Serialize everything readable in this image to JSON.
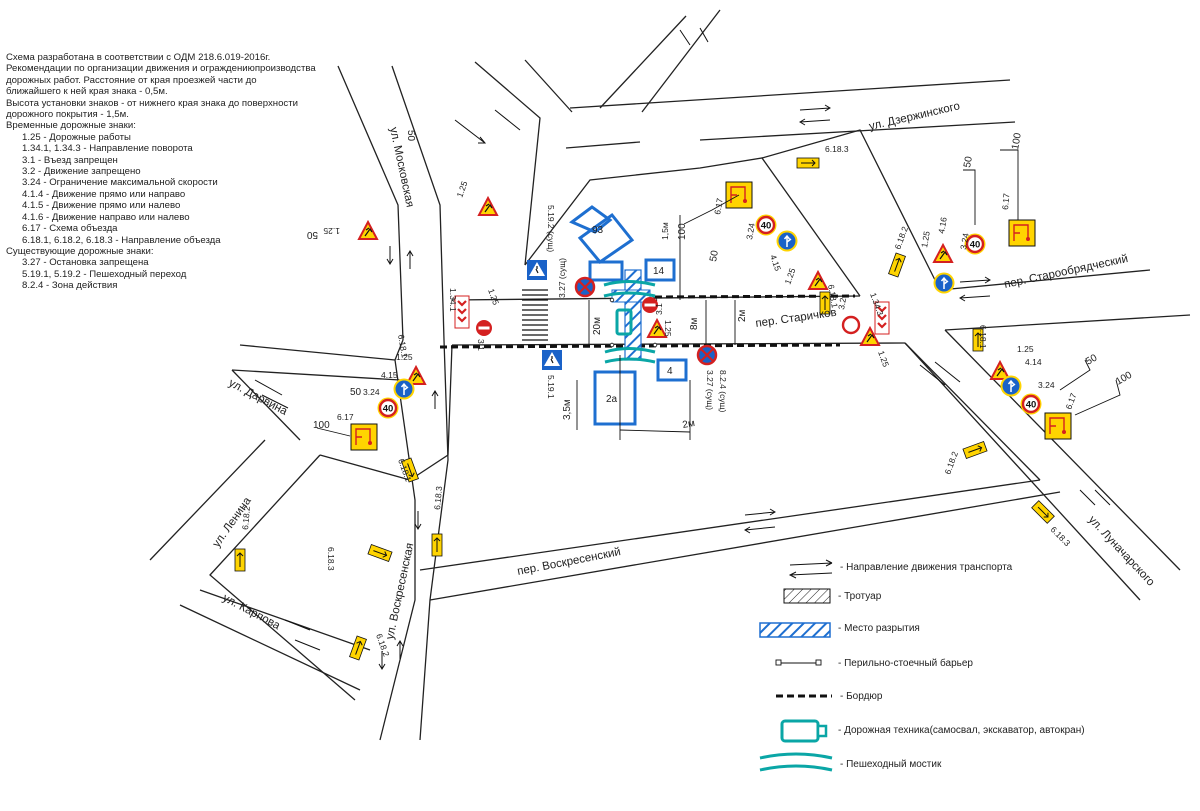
{
  "notes": {
    "title": "Схема разработана в соответствии с ОДМ 218.6.019-2016г.",
    "lines": [
      "Рекомендации по организации движения и ограждениюпроизводства",
      "дорожных работ. Расстояние от края проезжей части до",
      "ближайшего к ней края знака - 0,5м.",
      "Высота установки знаков - от нижнего края знака до поверхности",
      "дорожного покрытия - 1,5м."
    ],
    "temp_signs_header": "Временные дорожные знаки:",
    "temp_signs": [
      "1.25 - Дорожные работы",
      "1.34.1, 1.34.3 - Направление поворота",
      "3.1 - Въезд запрещен",
      "3.2 - Движение запрещено",
      "3.24 - Ограничение максимальной скорости",
      "4.1.4 - Движение прямо или направо",
      "4.1.5 - Движение прямо или налево",
      "4.1.6 - Движение направо или налево",
      "6.17 - Схема объезда",
      "6.18.1, 6.18.2, 6.18.3 - Направление объезда"
    ],
    "exist_signs_header": "Существующие дорожные знаки:",
    "exist_signs": [
      "3.27 - Остановка запрещена",
      "5.19.1, 5.19.2 - Пешеходный переход",
      "8.2.4 - Зона действия"
    ]
  },
  "streets": {
    "dzerzhinskogo": "ул. Дзержинского",
    "moskovskaya": "ул. Московская",
    "staroobryadchesky": "пер. Старообрядческий",
    "starichkov": "пер. Старичков",
    "darvina": "ул. Дарвина",
    "lenina": "ул. Ленина",
    "karpova": "ул. Карпова",
    "voskresenskaya": "ул. Воскресенская",
    "voskresensky": "пер. Воскресенский",
    "lunacharskogo": "ул. Луначарского"
  },
  "labels": {
    "s6183": "6.18.3",
    "s6182": "6.18.2",
    "s6181": "6.18.1",
    "s617": "6.17",
    "s125": "1.25",
    "s415": "4.15",
    "s414": "4.14",
    "s416": "4.16",
    "s324": "3.24",
    "s3341": "1.34.1",
    "s1343": "1.34.3",
    "s31": "3.1",
    "s32": "3.2",
    "s5192": "5.19.2 (сущ)",
    "s5191": "5.19.1",
    "s327a": "3.27 (сущ)",
    "s327b": "3.27 (сущ)",
    "s824": "8.2.4 (сущ)",
    "n50": "50",
    "n100": "100",
    "speed40": "40",
    "d20m": "20м",
    "d8m": "8м",
    "d2m": "2м",
    "d35m": "3,5м",
    "d15m": "1,5м",
    "b93": "93",
    "b14": "14",
    "b4": "4",
    "b2a": "2а"
  },
  "legend": {
    "traffic": "- Направление движения транспорта",
    "sidewalk": "- Тротуар",
    "excavation": "- Место разрытия",
    "barrier": "- Перильно-стоечный барьер",
    "curb": "- Бордюр",
    "machinery": "- Дорожная техника(самосвал, экскаватор, автокран)",
    "bridge": "- Пешеходный мостик"
  }
}
